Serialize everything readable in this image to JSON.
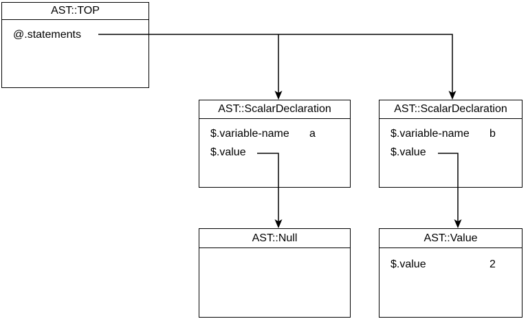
{
  "canvas": {
    "background_color": "#ffffff",
    "stroke_color": "#000000",
    "text_color": "#000000"
  },
  "nodes": {
    "top": {
      "title": "AST::TOP",
      "rows": [
        {
          "name": "@.statements",
          "value": ""
        }
      ]
    },
    "scalar_a": {
      "title": "AST::ScalarDeclaration",
      "rows": [
        {
          "name": "$.variable-name",
          "value": "a"
        },
        {
          "name": "$.value",
          "value": ""
        }
      ]
    },
    "scalar_b": {
      "title": "AST::ScalarDeclaration",
      "rows": [
        {
          "name": "$.variable-name",
          "value": "b"
        },
        {
          "name": "$.value",
          "value": ""
        }
      ]
    },
    "null_node": {
      "title": "AST::Null",
      "rows": []
    },
    "value_node": {
      "title": "AST::Value",
      "rows": [
        {
          "name": "$.value",
          "value": "2"
        }
      ]
    }
  },
  "edges": [
    {
      "from": "AST::TOP @.statements",
      "to": "AST::ScalarDeclaration (a)"
    },
    {
      "from": "AST::TOP @.statements",
      "to": "AST::ScalarDeclaration (b)"
    },
    {
      "from": "AST::ScalarDeclaration (a) $.value",
      "to": "AST::Null"
    },
    {
      "from": "AST::ScalarDeclaration (b) $.value",
      "to": "AST::Value"
    }
  ]
}
